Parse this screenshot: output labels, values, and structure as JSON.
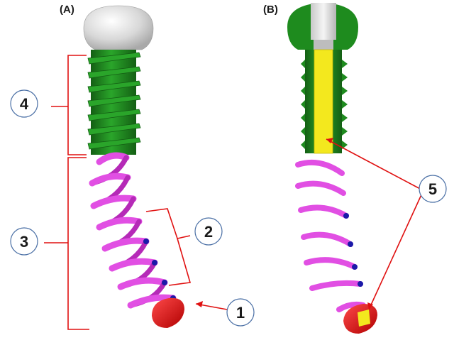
{
  "panels": [
    {
      "label": "(A)"
    },
    {
      "label": "(B)"
    }
  ],
  "callouts": [
    {
      "number": "1"
    },
    {
      "number": "2"
    },
    {
      "number": "3"
    },
    {
      "number": "4"
    },
    {
      "number": "5"
    }
  ],
  "colors": {
    "head_sphere": "#d8d8d8",
    "screw_thread": "#1f8f1f",
    "spring_coil": "#e14fe3",
    "coil_end": "#1a1aa8",
    "tip_cap": "#e01010",
    "inner_core": "#f3e81e",
    "bracket_line": "#e01010"
  }
}
